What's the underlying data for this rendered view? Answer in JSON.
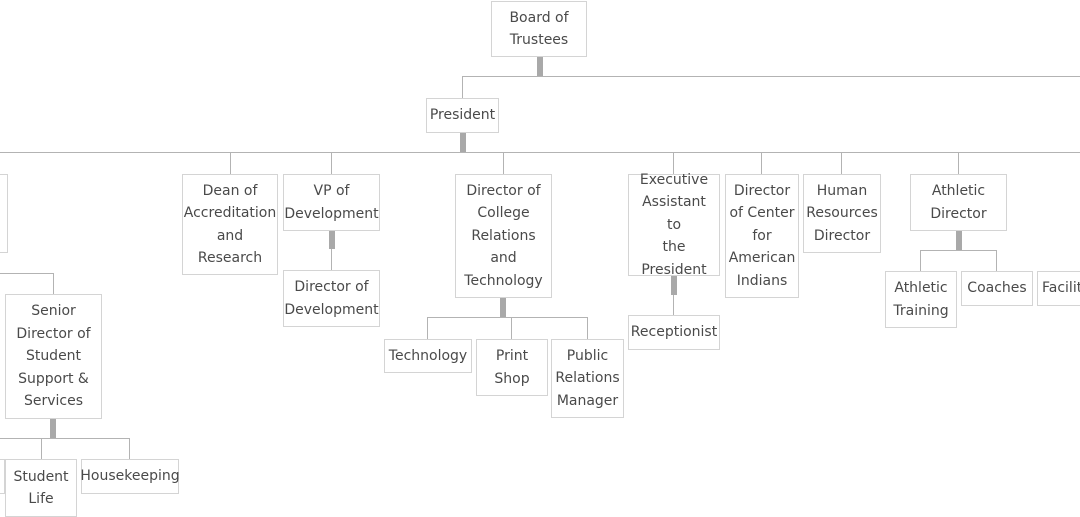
{
  "org_chart": {
    "board": "Board of\nTrustees",
    "president": "President",
    "partial_left": "",
    "dean": "Dean of\nAccreditation\nand\nResearch",
    "vp_dev": "VP of\nDevelopment",
    "dir_dev": "Director of\nDevelopment",
    "dir_college": "Director of\nCollege\nRelations\nand\nTechnology",
    "technology": "Technology",
    "print_shop": "Print\nShop",
    "pr_manager": "Public\nRelations\nManager",
    "exec_assistant": "Executive\nAssistant to\nthe\nPresident",
    "receptionist": "Receptionist",
    "dir_center": "Director\nof Center\nfor\nAmerican\nIndians",
    "hr_director": "Human\nResources\nDirector",
    "athletic_director": "Athletic\nDirector",
    "athletic_training": "Athletic\nTraining",
    "coaches": "Coaches",
    "facilities": "Faciliti",
    "senior_director": "Senior\nDirector of\nStudent\nSupport &\nServices",
    "student_life": "Student\nLife",
    "housekeeping": "Housekeeping",
    "partial_bottom_left": ""
  }
}
